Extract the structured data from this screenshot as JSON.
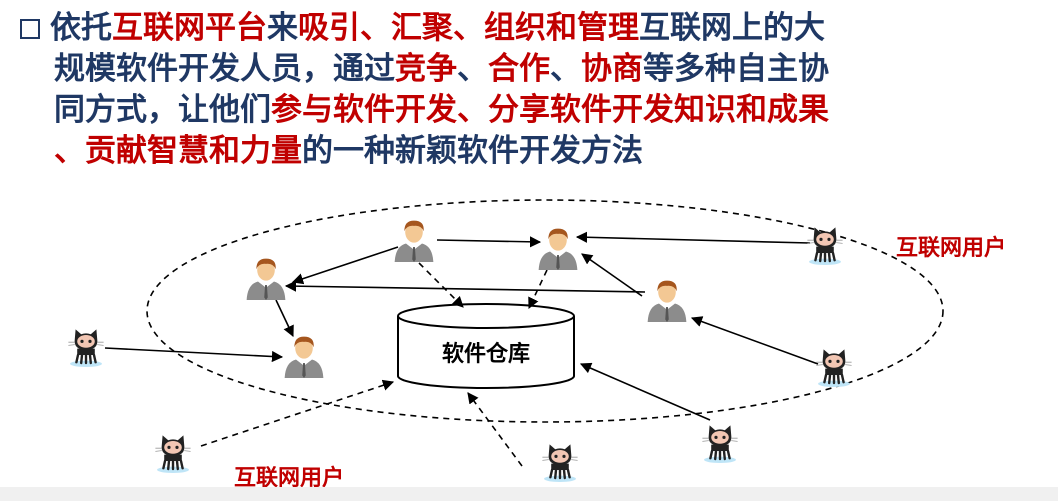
{
  "description": {
    "line1": [
      {
        "text": "依托",
        "hl": false
      },
      {
        "text": "互联网平台",
        "hl": true
      },
      {
        "text": "来",
        "hl": false
      },
      {
        "text": "吸引、汇聚、组织和管理",
        "hl": true
      },
      {
        "text": "互联网上的大",
        "hl": false
      }
    ],
    "line2": [
      {
        "text": "规模软件开发人员，通过",
        "hl": false
      },
      {
        "text": "竞争",
        "hl": true
      },
      {
        "text": "、",
        "hl": false
      },
      {
        "text": "合作",
        "hl": true
      },
      {
        "text": "、",
        "hl": false
      },
      {
        "text": "协商",
        "hl": true
      },
      {
        "text": "等多种自主协",
        "hl": false
      }
    ],
    "line3": [
      {
        "text": "同方式，让他们",
        "hl": false
      },
      {
        "text": "参与软件开发、分享软件开发知识和成果",
        "hl": true
      }
    ],
    "line4": [
      {
        "text": "、贡献智慧和力量",
        "hl": true
      },
      {
        "text": "的一种新颖软件开发方法",
        "hl": false
      }
    ]
  },
  "diagram": {
    "repository_label": "软件仓库",
    "user_label_right": "互联网用户",
    "user_label_bottom": "互联网用户"
  },
  "colors": {
    "text": "#1f3864",
    "highlight": "#c00000"
  },
  "icons": {
    "developer": "developer-avatar-icon",
    "internet_user": "octocat-icon"
  }
}
